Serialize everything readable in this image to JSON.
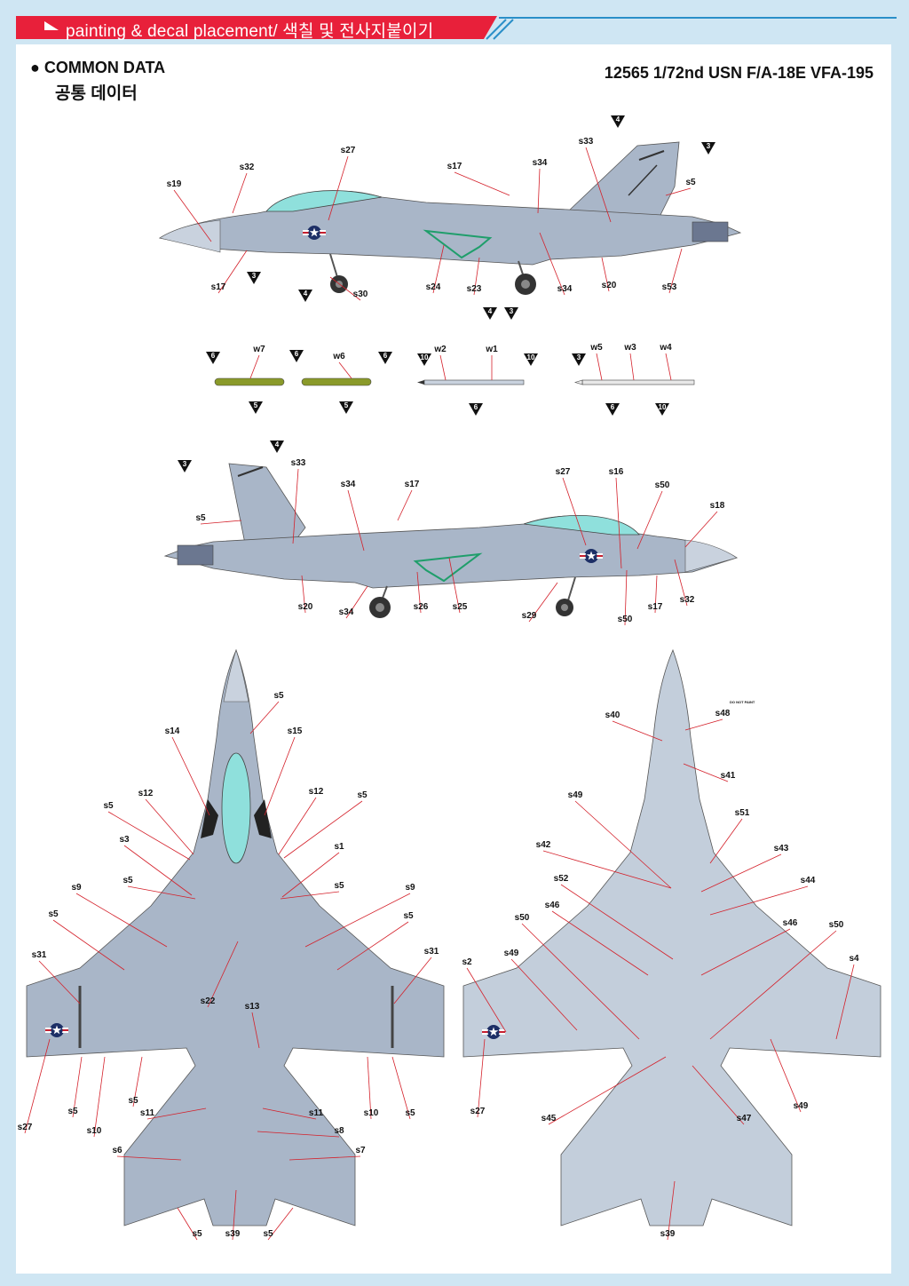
{
  "header": {
    "title": "painting & decal placement/ 색칠 및 전사지붙이기",
    "band_color": "#e8203a",
    "accent_color": "#2a8fc8"
  },
  "section": {
    "title": "COMMON DATA",
    "title_ko": "공통 데이터"
  },
  "kit": {
    "title": "12565 1/72nd USN F/A-18E VFA-195"
  },
  "colors": {
    "aircraft_grey": "#a9b6c8",
    "aircraft_grey_light": "#c9d2de",
    "aircraft_dark": "#6b7790",
    "canopy": "#8fe0dc",
    "leader_line": "#d4202a",
    "stripe_green": "#1f9e6b"
  },
  "side_view_1": {
    "labels": [
      "s27",
      "s32",
      "s19",
      "s17",
      "s34",
      "s33",
      "s5",
      "s17",
      "s24",
      "s23",
      "s30",
      "s34",
      "s20",
      "s53"
    ],
    "markers": [
      "4",
      "3",
      "3",
      "4",
      "4",
      "3"
    ]
  },
  "weapons": {
    "labels": [
      "w7",
      "w6",
      "w2",
      "w1",
      "w5",
      "w3",
      "w4"
    ],
    "markers": [
      "6",
      "6",
      "6",
      "5",
      "5",
      "10",
      "10",
      "6",
      "3",
      "6",
      "10"
    ]
  },
  "side_view_2": {
    "labels": [
      "s33",
      "s34",
      "s17",
      "s5",
      "s27",
      "s16",
      "s50",
      "s18",
      "s20",
      "s34",
      "s26",
      "s25",
      "s29",
      "s50",
      "s17",
      "s32"
    ],
    "markers": [
      "3",
      "4"
    ]
  },
  "top_view": {
    "labels": [
      "s5",
      "s14",
      "s15",
      "s12",
      "s12",
      "s5",
      "s5",
      "s3",
      "s1",
      "s5",
      "s5",
      "s9",
      "s9",
      "s5",
      "s5",
      "s31",
      "s31",
      "s22",
      "s13",
      "s27",
      "s5",
      "s10",
      "s5",
      "s11",
      "s11",
      "s10",
      "s5",
      "s8",
      "s6",
      "s7",
      "s5",
      "s39",
      "s5"
    ]
  },
  "bottom_view": {
    "labels": [
      "s40",
      "s48",
      "s41",
      "s49",
      "s51",
      "s42",
      "s43",
      "s52",
      "s44",
      "s46",
      "s46",
      "s50",
      "s50",
      "s49",
      "s2",
      "s4",
      "s27",
      "s45",
      "s47",
      "s49",
      "s39"
    ],
    "stencil_text": "DO NOT PAINT"
  }
}
